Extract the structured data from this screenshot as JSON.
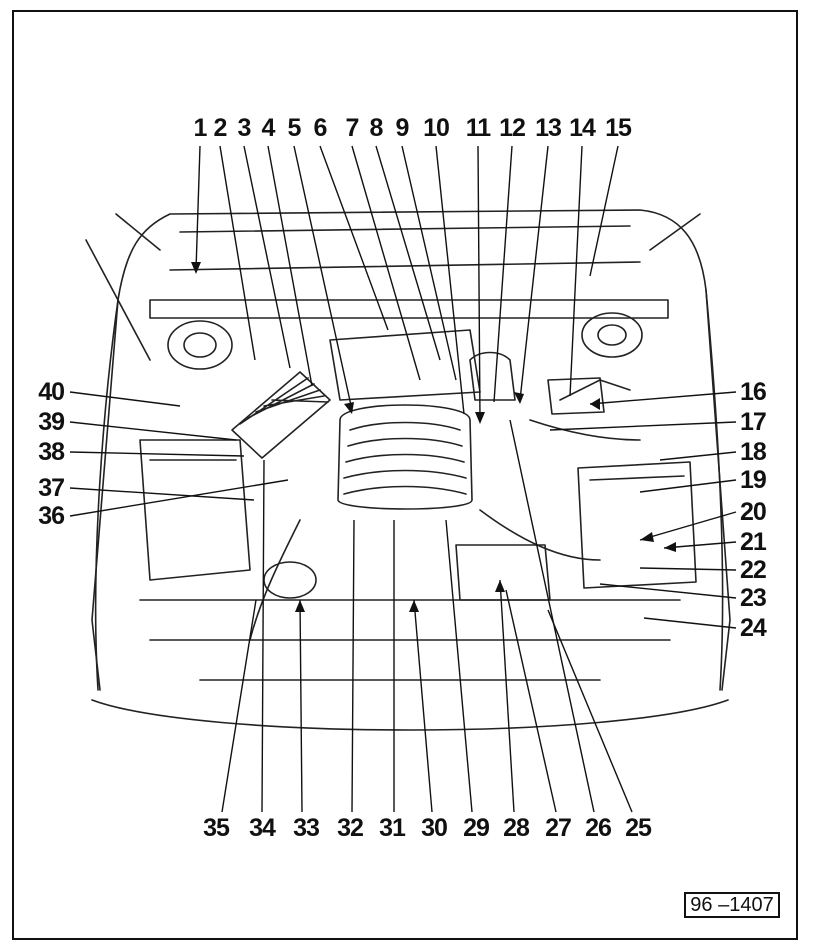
{
  "diagram": {
    "top_labels": [
      "1",
      "2",
      "3",
      "4",
      "5",
      "6",
      "7",
      "8",
      "9",
      "10",
      "11",
      "12",
      "13",
      "14",
      "15"
    ],
    "right_labels": [
      "16",
      "17",
      "18",
      "19",
      "20",
      "21",
      "22",
      "23",
      "24"
    ],
    "bottom_labels": [
      "35",
      "34",
      "33",
      "32",
      "31",
      "30",
      "29",
      "28",
      "27",
      "26",
      "25"
    ],
    "left_labels": [
      "40",
      "39",
      "38",
      "37",
      "36"
    ],
    "reference": "96 –1407"
  }
}
